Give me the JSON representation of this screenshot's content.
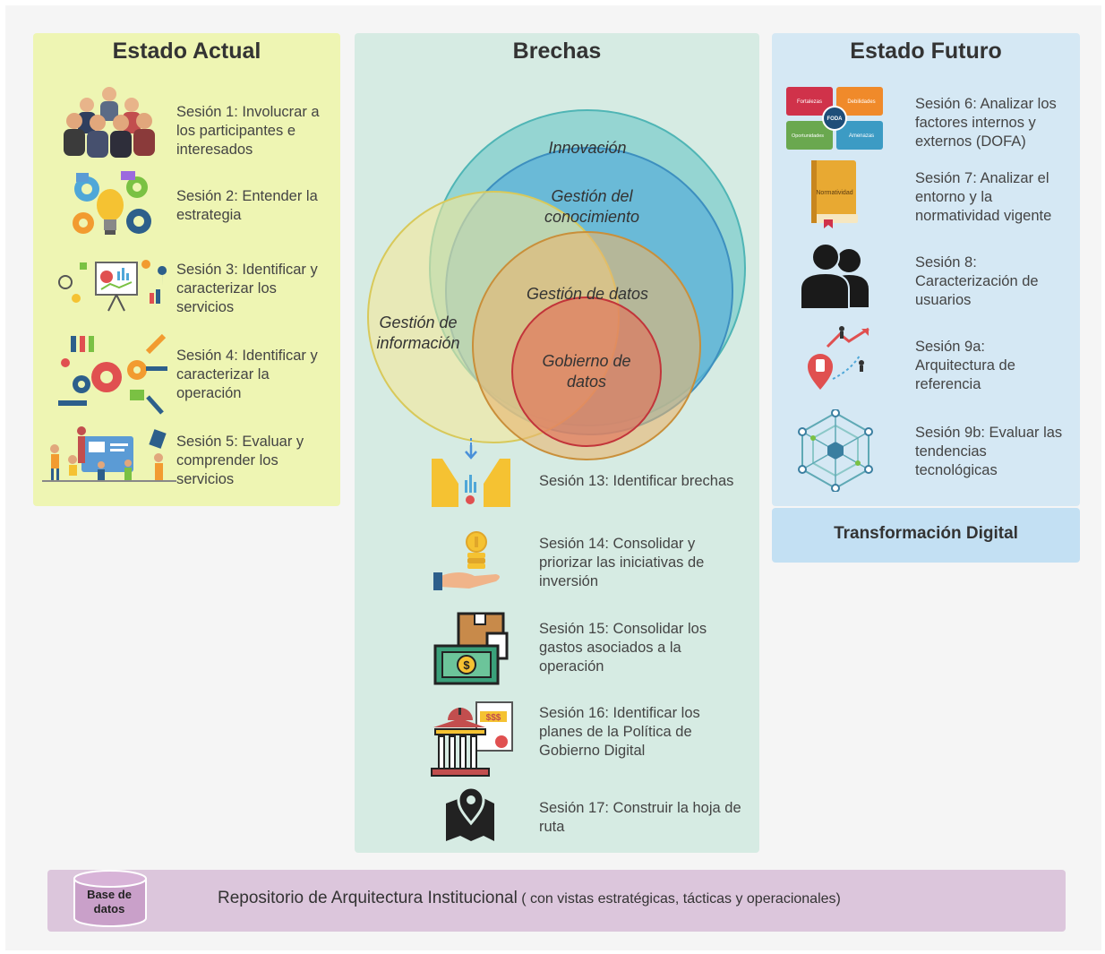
{
  "estado_actual": {
    "title": "Estado Actual",
    "sessions": [
      {
        "text": "Sesión 1: Involucrar a los participantes e interesados",
        "icon": "group-people-icon"
      },
      {
        "text": "Sesión 2: Entender la estrategia",
        "icon": "strategy-gears-icon"
      },
      {
        "text": "Sesión 3: Identificar y caracterizar los servicios",
        "icon": "presentation-board-icon"
      },
      {
        "text": "Sesión 4: Identificar y caracterizar la operación",
        "icon": "operation-gears-icon"
      },
      {
        "text": "Sesión 5: Evaluar y comprender los servicios",
        "icon": "team-evaluation-icon"
      }
    ]
  },
  "brechas": {
    "title": "Brechas",
    "venn": {
      "innovacion": "Innovación",
      "conocimiento": "Gestión del conocimiento",
      "informacion": "Gestión de información",
      "datos": "Gestión de datos",
      "gobierno": "Gobierno de datos"
    },
    "sessions": [
      {
        "text": "Sesión 13: Identificar brechas",
        "icon": "gap-analysis-icon"
      },
      {
        "text": "Sesión 14: Consolidar y priorizar las iniciativas de inversión",
        "icon": "investment-hand-coin-icon"
      },
      {
        "text": "Sesión 15: Consolidar los gastos asociados a la operación",
        "icon": "money-expenses-icon"
      },
      {
        "text": "Sesión 16: Identificar los planes de la Política de Gobierno Digital",
        "icon": "government-building-icon"
      },
      {
        "text": "Sesión 17: Construir la hoja de ruta",
        "icon": "roadmap-pin-icon"
      }
    ]
  },
  "estado_futuro": {
    "title": "Estado Futuro",
    "foda": {
      "fortalezas": "Fortalezas",
      "debilidades": "Debilidades",
      "oportunidades": "Oportunidades",
      "amenazas": "Amenazas",
      "center": "FODA"
    },
    "book_label": "Normatividad",
    "sessions": [
      {
        "text": "Sesión 6: Analizar los factores internos y externos (DOFA)",
        "icon": "foda-matrix-icon"
      },
      {
        "text": "Sesión 7: Analizar el entorno y la normatividad vigente",
        "icon": "book-icon"
      },
      {
        "text": "Sesión 8: Caracterización de usuarios",
        "icon": "users-icon"
      },
      {
        "text": "Sesión 9a: Arquitectura de referencia",
        "icon": "reference-path-icon"
      },
      {
        "text": "Sesión 9b: Evaluar las tendencias tecnológicas",
        "icon": "tech-network-icon"
      }
    ]
  },
  "transformacion": {
    "label": "Transformación Digital"
  },
  "repositorio": {
    "db_label": "Base de datos",
    "text": "Repositorio de Arquitectura Institucional",
    "subtext": " ( con vistas estratégicas, tácticas y operacionales)"
  },
  "colors": {
    "actual_bg": "#eef5b3",
    "brechas_bg": "#d6ebe3",
    "futuro_bg": "#d5e8f4",
    "transf_bg": "#c3e0f3",
    "repo_bg": "#dcc6dc"
  }
}
